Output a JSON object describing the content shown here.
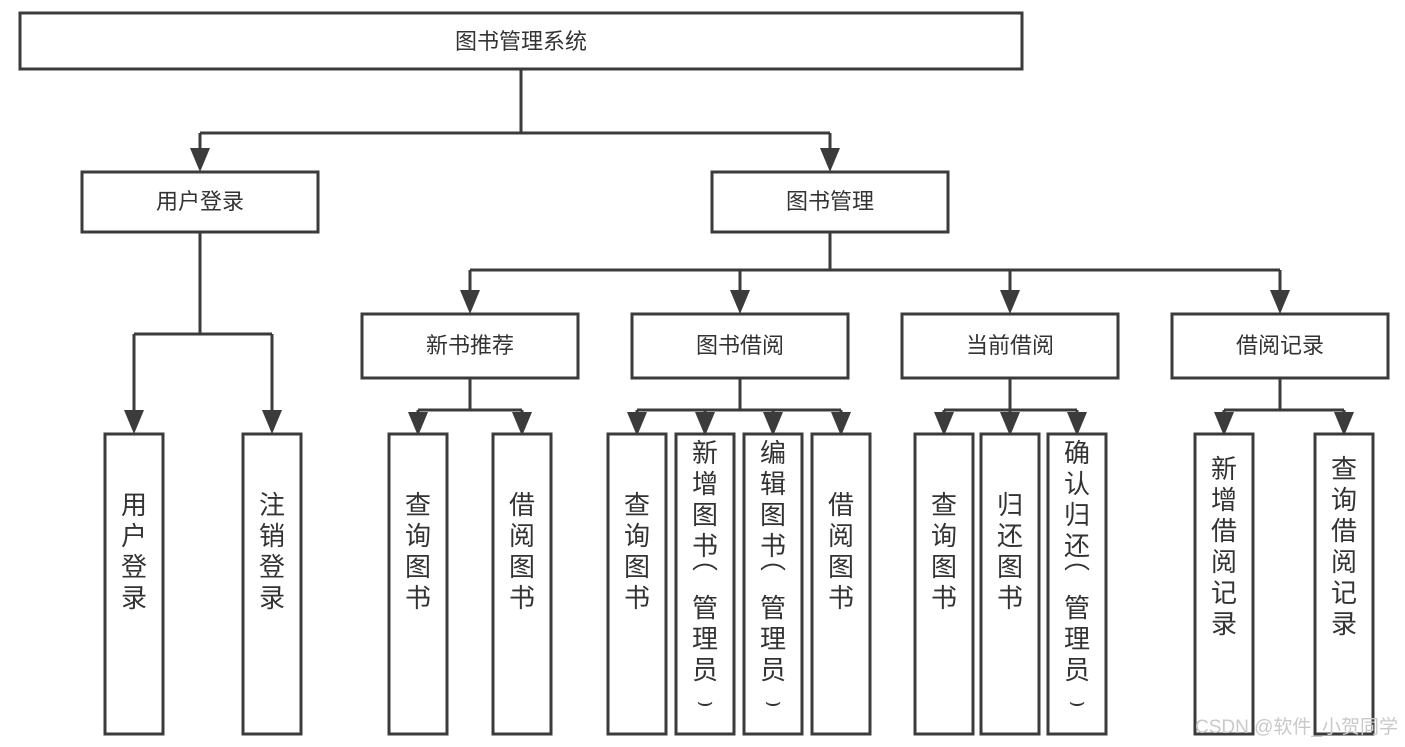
{
  "diagram": {
    "type": "tree-hierarchy-flowchart",
    "title": "图书管理系统",
    "root": {
      "id": "root",
      "label": "图书管理系统"
    },
    "level1": [
      {
        "id": "user-login",
        "label": "用户登录"
      },
      {
        "id": "book-management",
        "label": "图书管理"
      }
    ],
    "level2": [
      {
        "id": "new-book-recommend",
        "label": "新书推荐",
        "parent": "book-management"
      },
      {
        "id": "book-borrow",
        "label": "图书借阅",
        "parent": "book-management"
      },
      {
        "id": "current-borrow",
        "label": "当前借阅",
        "parent": "book-management"
      },
      {
        "id": "borrow-record",
        "label": "借阅记录",
        "parent": "book-management"
      }
    ],
    "leaves": [
      {
        "id": "leaf-user-login",
        "label": "用户登录",
        "parent": "user-login"
      },
      {
        "id": "leaf-logout-login",
        "label": "注销登录",
        "parent": "user-login"
      },
      {
        "id": "leaf-query-book-1",
        "label": "查询图书",
        "parent": "new-book-recommend"
      },
      {
        "id": "leaf-borrow-book-1",
        "label": "借阅图书",
        "parent": "new-book-recommend"
      },
      {
        "id": "leaf-query-book-2",
        "label": "查询图书",
        "parent": "book-borrow"
      },
      {
        "id": "leaf-add-book-admin",
        "label": "新增图书（管理员）",
        "parent": "book-borrow"
      },
      {
        "id": "leaf-edit-book-admin",
        "label": "编辑图书（管理员）",
        "parent": "book-borrow"
      },
      {
        "id": "leaf-borrow-book-2",
        "label": "借阅图书",
        "parent": "book-borrow"
      },
      {
        "id": "leaf-query-book-3",
        "label": "查询图书",
        "parent": "current-borrow"
      },
      {
        "id": "leaf-return-book",
        "label": "归还图书",
        "parent": "current-borrow"
      },
      {
        "id": "leaf-confirm-return-admin",
        "label": "确认归还（管理员）",
        "parent": "current-borrow"
      },
      {
        "id": "leaf-add-borrow-record",
        "label": "新增借阅记录",
        "parent": "borrow-record"
      },
      {
        "id": "leaf-query-borrow-record",
        "label": "查询借阅记录",
        "parent": "borrow-record"
      }
    ],
    "colors": {
      "background": "#ffffff",
      "box_fill": "#ffffff",
      "box_stroke": "#3b3b3b",
      "text": "#333333",
      "connector": "#3b3b3b",
      "watermark": "#c9c9c9"
    }
  },
  "watermark": {
    "text": "CSDN @软件_小贺同学"
  }
}
